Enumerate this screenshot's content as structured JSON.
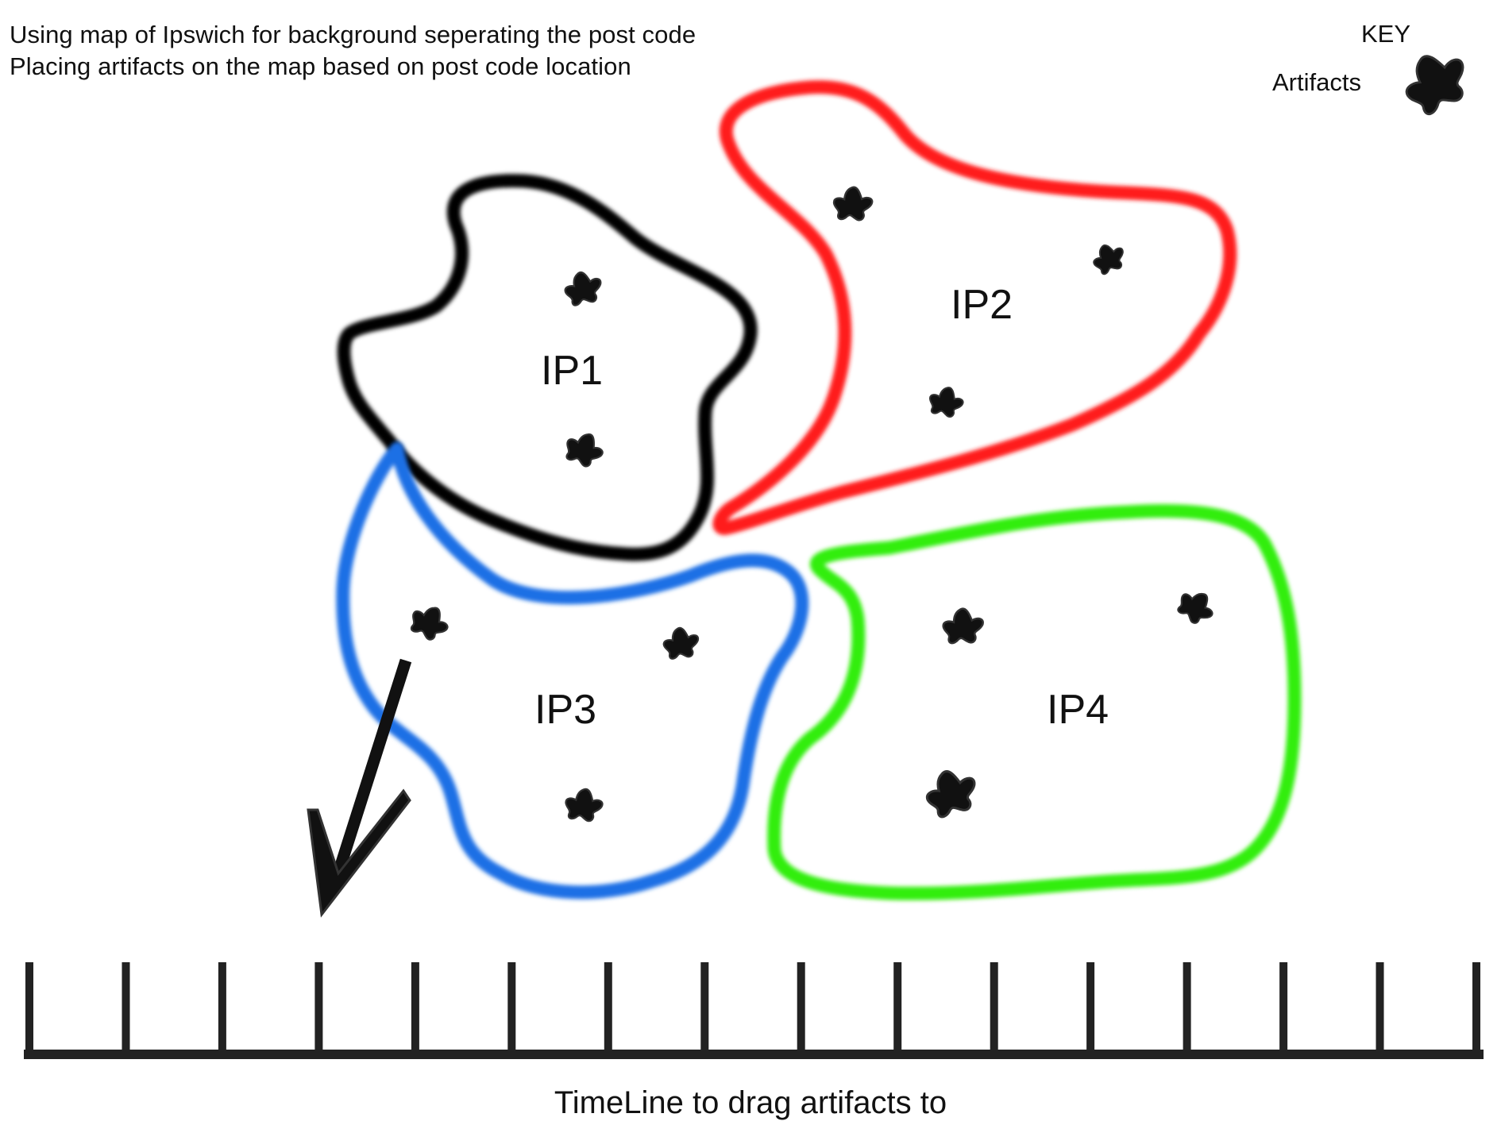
{
  "notes": {
    "line1": "Using map of Ipswich for background seperating the post code",
    "line2": "Placing artifacts on the map based on post code location"
  },
  "key": {
    "title": "KEY",
    "artifacts_label": "Artifacts",
    "artifacts_icon": "artifact-splat-icon"
  },
  "regions": [
    {
      "id": "ip1",
      "label": "IP1",
      "outline_color": "#000000",
      "artifact_count": 2
    },
    {
      "id": "ip2",
      "label": "IP2",
      "outline_color": "#ff1a1a",
      "artifact_count": 3
    },
    {
      "id": "ip3",
      "label": "IP3",
      "outline_color": "#1f6fe5",
      "artifact_count": 3
    },
    {
      "id": "ip4",
      "label": "IP4",
      "outline_color": "#33ee11",
      "artifact_count": 3
    }
  ],
  "timeline": {
    "caption": "TimeLine to drag artifacts to",
    "tick_count": 16,
    "color": "#222222"
  },
  "drag_arrow": {
    "icon": "drag-arrow-icon",
    "color": "#111111"
  }
}
